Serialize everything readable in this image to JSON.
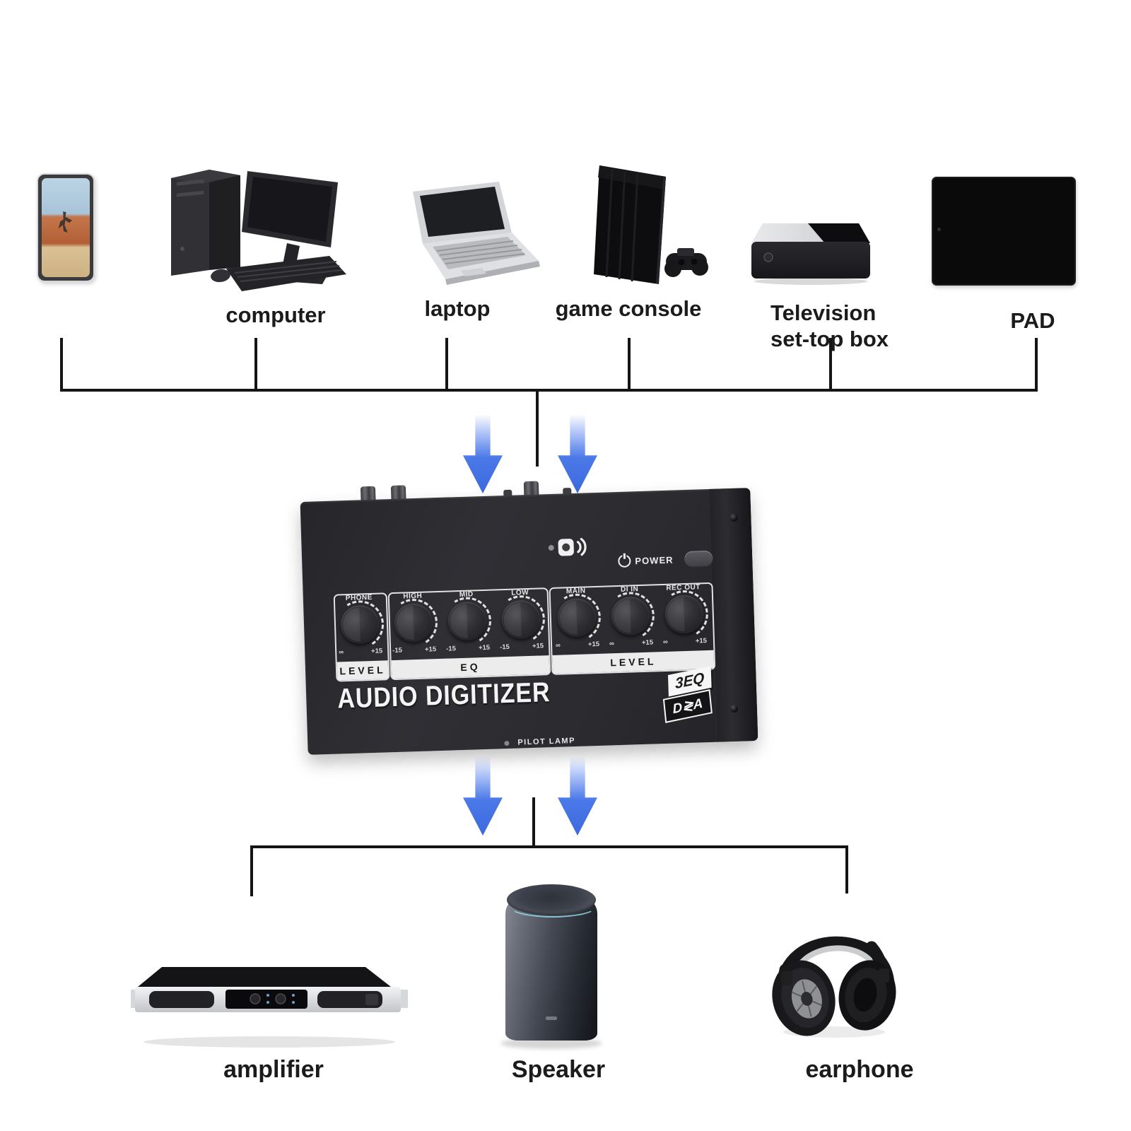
{
  "colors": {
    "arrow_blue": "#4b79e8",
    "line_black": "#151515",
    "mixer_body": "#2c2c30",
    "strip_white": "#ececec"
  },
  "sources": {
    "computer_label": "computer",
    "laptop_label": "laptop",
    "console_label": "game console",
    "settop_label_line1": "Television",
    "settop_label_line2": "set-top box",
    "pad_label": "PAD"
  },
  "mixer": {
    "title": "AUDIO DIGITIZER",
    "power_label": "POWER",
    "pilot_lamp_label": "PILOT LAMP",
    "badge_top": "3EQ",
    "badge_bottom": "D≷A",
    "sections": [
      {
        "label": "LEVEL",
        "knobs": [
          {
            "name": "PHONE",
            "min": "∞",
            "max": "+15"
          }
        ]
      },
      {
        "label": "EQ",
        "knobs": [
          {
            "name": "HIGH",
            "min": "-15",
            "max": "+15"
          },
          {
            "name": "MID",
            "min": "-15",
            "max": "+15"
          },
          {
            "name": "LOW",
            "min": "-15",
            "max": "+15"
          }
        ]
      },
      {
        "label": "LEVEL",
        "knobs": [
          {
            "name": "MAIN",
            "min": "∞",
            "max": "+15"
          },
          {
            "name": "DI IN",
            "min": "∞",
            "max": "+15"
          },
          {
            "name": "REC OUT",
            "min": "∞",
            "max": "+15"
          }
        ]
      }
    ]
  },
  "outputs": {
    "amplifier_label": "amplifier",
    "speaker_label": "Speaker",
    "earphone_label": "earphone"
  }
}
